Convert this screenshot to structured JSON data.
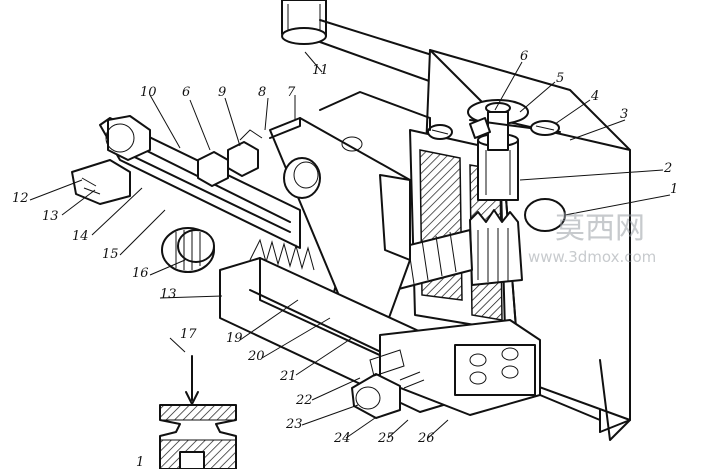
{
  "callouts": [
    "1",
    "2",
    "3",
    "4",
    "5",
    "6",
    "6",
    "7",
    "8",
    "9",
    "10",
    "11",
    "12",
    "13",
    "13",
    "14",
    "15",
    "16",
    "17",
    "19",
    "20",
    "21",
    "22",
    "23",
    "24",
    "25",
    "26",
    "1"
  ],
  "watermark": {
    "chinese": "莫西网",
    "url": "www.3dmox.com"
  }
}
